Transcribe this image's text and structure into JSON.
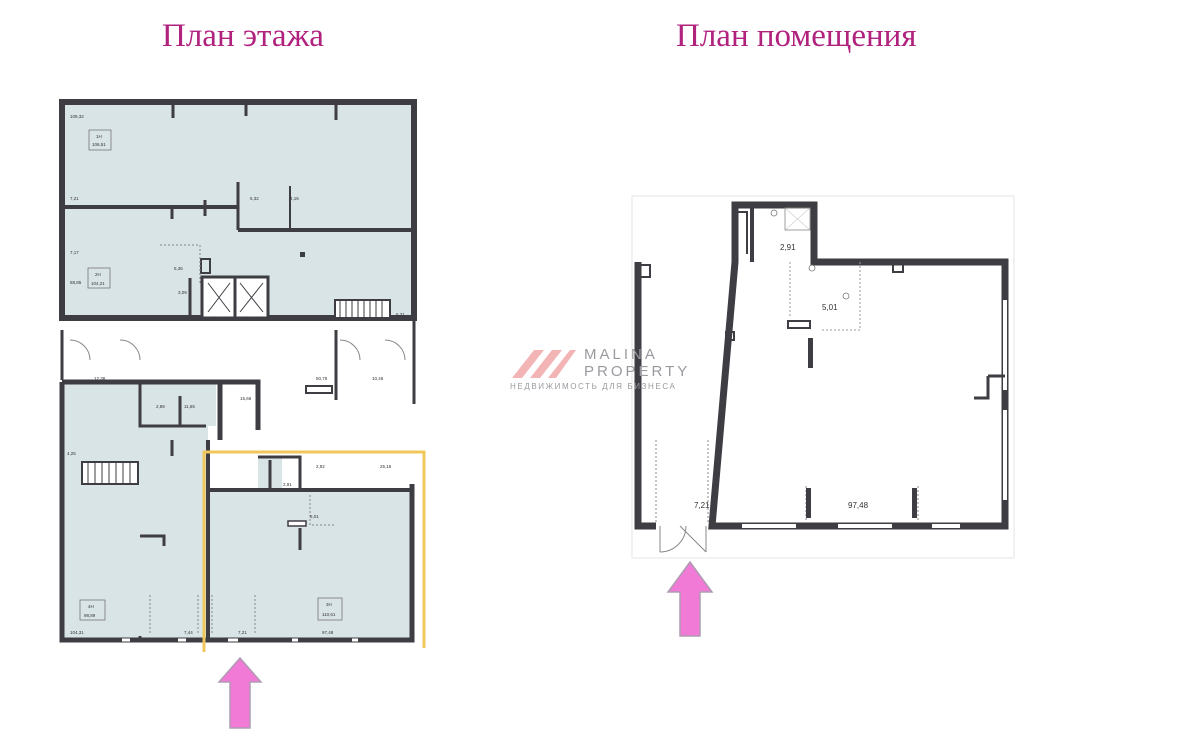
{
  "headings": {
    "floor_plan": "План этажа",
    "premises_plan": "План помещения"
  },
  "watermark": {
    "brand_line1": "MALINA",
    "brand_line2": "PROPERTY",
    "tagline": "НЕДВИЖИМОСТЬ ДЛЯ БИЗНЕСА"
  },
  "colors": {
    "heading": "#b0227e",
    "wall": "#3e3d43",
    "floor_fill": "#d9e4e6",
    "highlight": "#f0c75a",
    "arrow": "#f07ad6",
    "logo": "#f0a8a8"
  },
  "floor_plan_labels": {
    "r1_area": "109,32",
    "r1_id": "1Н",
    "r1_sub": "106,51",
    "r1_left": "7,21",
    "wc_a": "5,32",
    "wc_b": "4,16",
    "r2_area": "88,85",
    "r2_id": "2Н",
    "r2_sub": "104,21",
    "r2_left": "7,17",
    "r2_wc_a": "5,36",
    "r2_wc_b": "3,09",
    "stair_top": "6,31",
    "corridor_a": "12,38",
    "corridor_b": "50,76",
    "corridor_c": "10,46",
    "wc_c": "2,89",
    "wc_d": "11,65",
    "wc_e": "15,66",
    "stair_left": "4,25",
    "r3_label": "2,92",
    "r3_side": "25,16",
    "r4_wc": "2,91",
    "r4_wc2": "5,01",
    "r5_id": "4Н",
    "r5_area": "98,89",
    "r5_left": "104,31",
    "r5_entry": "7,44",
    "r6_entry": "7,21",
    "r6_id": "3Н",
    "r6_sub": "110,61",
    "r6_area": "97,48"
  },
  "premises_plan_labels": {
    "wc_small": "2,91",
    "wc_large": "5,01",
    "entry": "7,21",
    "main_hall": "97,48"
  }
}
